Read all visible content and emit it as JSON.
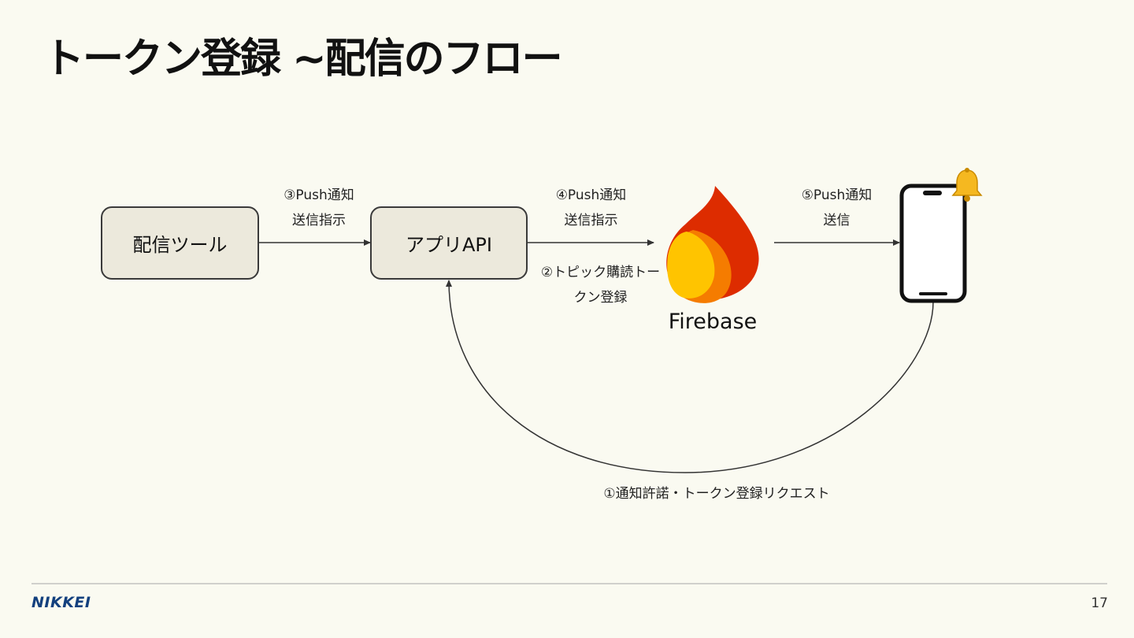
{
  "slide": {
    "title": "トークン登録 ~配信のフロー",
    "page_number": "17",
    "logo_text": "NIKKEI"
  },
  "nodes": {
    "delivery_tool": "配信ツール",
    "app_api": "アプリAPI",
    "firebase": "Firebase"
  },
  "edges": {
    "push_instruction": "③Push通知\n送信指示",
    "push_to_firebase": "④Push通知\n送信指示",
    "topic_register": "②トピック購読トー\nクン登録",
    "push_send": "⑤Push通知\n送信",
    "register_request": "①通知許諾・トークン登録リクエスト"
  },
  "colors": {
    "background": "#fafaf1",
    "box_fill": "#ece9dc",
    "firebase_red": "#dd2c00",
    "firebase_orange": "#f57c00",
    "firebase_yellow": "#ffc400",
    "logo_blue": "#13407e"
  },
  "icons": [
    "firebase-logo-icon",
    "smartphone-icon",
    "bell-icon"
  ]
}
